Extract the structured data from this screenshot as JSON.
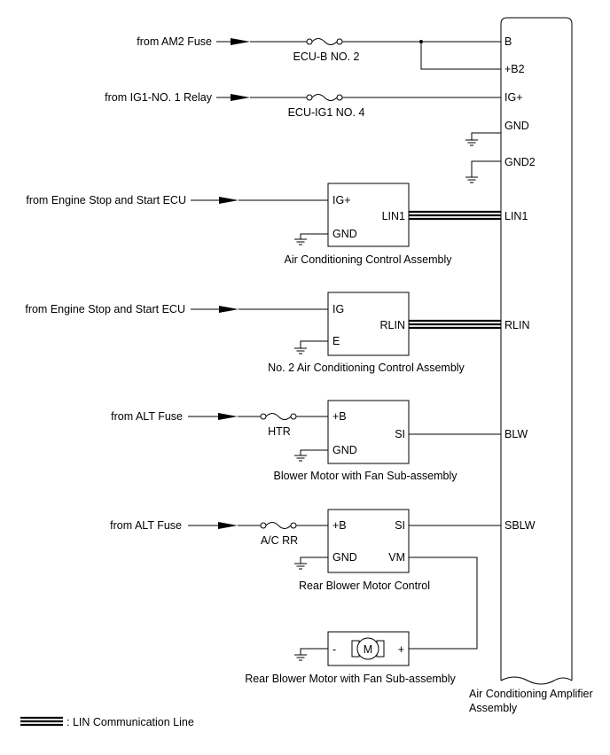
{
  "amplifier": {
    "name": "Air Conditioning Amplifier Assembly",
    "name_line1": "Air Conditioning Amplifier",
    "name_line2": "Assembly",
    "pins": {
      "b": "B",
      "b2": "+B2",
      "igp": "IG+",
      "gnd": "GND",
      "gnd2": "GND2",
      "lin1": "LIN1",
      "rlin": "RLIN",
      "blw": "BLW",
      "sblw": "SBLW"
    }
  },
  "sources": {
    "am2": "from AM2 Fuse",
    "ig1": "from IG1-NO. 1 Relay",
    "engine1": "from Engine Stop and Start ECU",
    "engine2": "from Engine Stop and Start ECU",
    "alt1": "from ALT Fuse",
    "alt2": "from ALT Fuse"
  },
  "fuses": {
    "ecub": "ECU-B NO. 2",
    "ecuig1": "ECU-IG1 NO. 4",
    "htr": "HTR",
    "acrr": "A/C RR"
  },
  "components": {
    "ac_control": {
      "name": "Air Conditioning Control Assembly",
      "pins": {
        "ig": "IG+",
        "gnd": "GND",
        "lin": "LIN1"
      }
    },
    "ac_control2": {
      "name": "No. 2 Air Conditioning Control Assembly",
      "pins": {
        "ig": "IG",
        "e": "E",
        "lin": "RLIN"
      }
    },
    "blower": {
      "name": "Blower Motor with Fan Sub-assembly",
      "pins": {
        "b": "+B",
        "si": "SI",
        "gnd": "GND"
      }
    },
    "rear_control": {
      "name": "Rear Blower Motor Control",
      "pins": {
        "b": "+B",
        "si": "SI",
        "gnd": "GND",
        "vm": "VM"
      }
    },
    "rear_motor": {
      "name": "Rear Blower Motor with Fan Sub-assembly",
      "minus": "-",
      "plus": "+",
      "motor": "M"
    }
  },
  "legend": {
    "text": ": LIN Communication Line"
  }
}
